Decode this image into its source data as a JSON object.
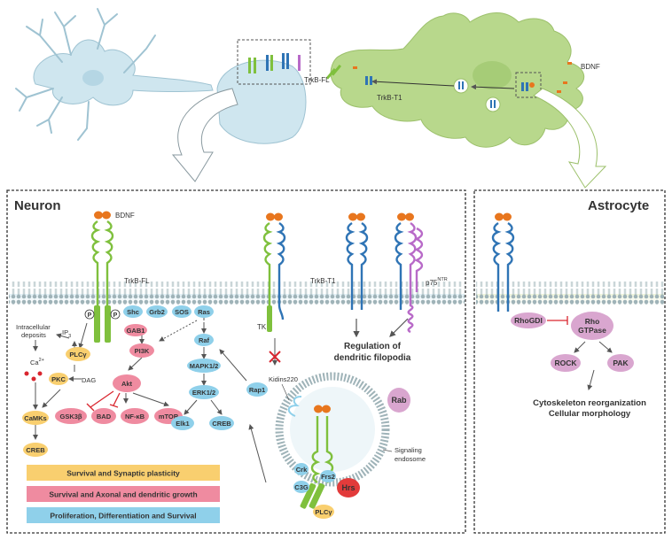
{
  "panels": {
    "neuron_title": "Neuron",
    "astrocyte_title": "Astrocyte"
  },
  "top_labels": {
    "trkb_fl": "TrkB-FL",
    "trkb_t1": "TrkB-T1",
    "bdnf": "BDNF"
  },
  "neuron": {
    "bdnf": "BDNF",
    "trkb_fl": "TrkB-FL",
    "trkb_t1": "TrkB-T1",
    "p75": "p75",
    "p75_sup": "NTR",
    "tk": "TK",
    "phospho": "P",
    "intracellular": [
      "Intracellular",
      "deposits"
    ],
    "ip3": "IP",
    "ip3_sub": "3",
    "ca": "Ca",
    "ca_sup": "2+",
    "dag": "DAG",
    "filopodia": [
      "Regulation of",
      "dendritic filopodia"
    ],
    "kidins": "Kidins220",
    "endosome": [
      "Signaling",
      "endosome"
    ],
    "nodes": {
      "shc": "Shc",
      "grb2": "Grb2",
      "sos": "SOS",
      "ras": "Ras",
      "gab1": "GAB1",
      "pi3k": "PI3K",
      "akt": "Akt",
      "gsk3b": "GSK3β",
      "bad": "BAD",
      "nfkb": "NF-κB",
      "mtor": "mTOR",
      "plcg": "PLCγ",
      "pkc": "PKC",
      "camks": "CaMKs",
      "creb1": "CREB",
      "raf": "Raf",
      "mapk": "MAPK1/2",
      "erk": "ERK1/2",
      "elk1": "Elk1",
      "creb2": "CREB",
      "rap1": "Rap1",
      "rab": "Rab",
      "hrs": "Hrs",
      "crk": "Crk",
      "frs2": "Frs2",
      "c3g": "C3G",
      "plcg2": "PLCγ"
    }
  },
  "legend": [
    {
      "label": "Survival and Synaptic plasticity",
      "color": "#f9cf6f"
    },
    {
      "label": "Survival and Axonal and dendritic growth",
      "color": "#ef8ba0"
    },
    {
      "label": "Proliferation, Differentiation and Survival",
      "color": "#8fd0ea"
    }
  ],
  "astrocyte": {
    "rhogdi": "RhoGDI",
    "rho": [
      "Rho",
      "GTPase"
    ],
    "rock": "ROCK",
    "pak": "PAK",
    "outcome": [
      "Cytoskeleton reorganization",
      "Cellular morphology"
    ]
  },
  "colors": {
    "neuron_cell": "#cfe6ef",
    "astro_cell": "#b8d88c",
    "trkb_fl": "#7fc03d",
    "trkb_t1": "#2f74b5",
    "p75": "#b86ac8",
    "bdnf": "#e8761e",
    "yellow": "#f9cf6f",
    "pink": "#ef8ba0",
    "blue": "#8fd0ea",
    "mauve": "#d9a6cf"
  }
}
